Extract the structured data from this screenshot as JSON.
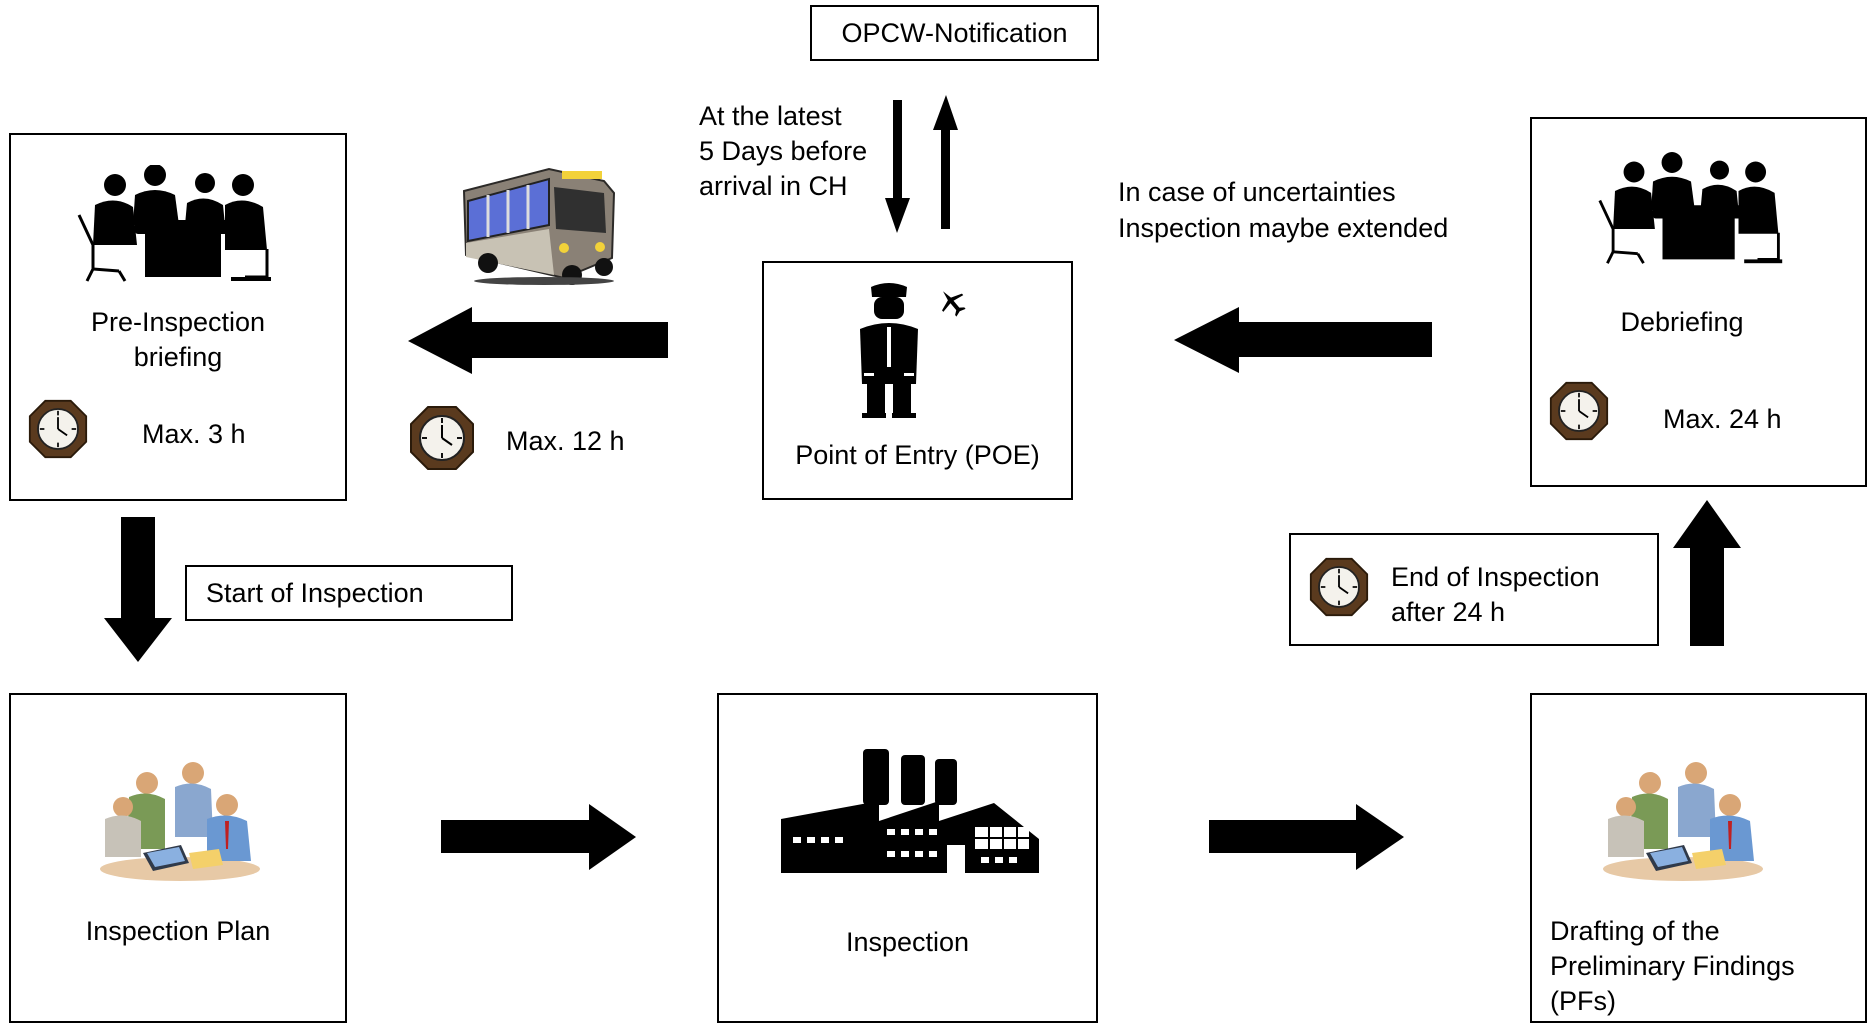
{
  "notification": {
    "label": "OPCW-Notification"
  },
  "timing_note": {
    "lines": [
      "At the latest",
      "5 Days before",
      "arrival in CH"
    ]
  },
  "extension_note": {
    "lines": [
      "In case of uncertainties",
      "Inspection maybe extended"
    ]
  },
  "poe": {
    "label": "Point of Entry (POE)",
    "icons": [
      "pilot-icon",
      "airplane-icon"
    ]
  },
  "pre_briefing": {
    "lines": [
      "Pre-Inspection",
      "briefing"
    ],
    "duration": "Max. 3 h",
    "icons": [
      "meeting-icon",
      "clock-icon"
    ]
  },
  "transfer": {
    "duration": "Max. 12 h",
    "icons": [
      "bus-icon",
      "clock-icon"
    ]
  },
  "debriefing": {
    "label": "Debriefing",
    "duration": "Max. 24  h",
    "icons": [
      "meeting-icon",
      "clock-icon"
    ]
  },
  "start_of_inspection": {
    "label": "Start of Inspection"
  },
  "end_of_inspection": {
    "lines": [
      "End of Inspection",
      "after 24 h"
    ],
    "icons": [
      "clock-icon"
    ]
  },
  "inspection_plan": {
    "label": "Inspection Plan",
    "icons": [
      "team-at-desk-icon"
    ]
  },
  "inspection": {
    "label": "Inspection",
    "icons": [
      "factory-icon"
    ]
  },
  "drafting": {
    "lines": [
      "Drafting of the",
      "Preliminary Findings",
      "(PFs)"
    ],
    "icons": [
      "team-at-desk-icon"
    ]
  }
}
